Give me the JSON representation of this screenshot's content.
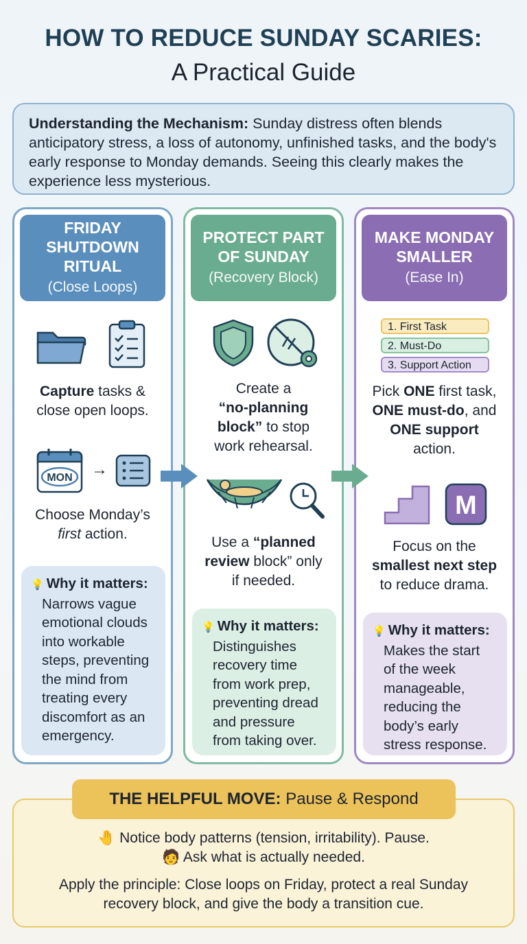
{
  "title": {
    "line1": "HOW TO REDUCE SUNDAY SCARIES:",
    "line2": "A Practical Guide"
  },
  "mechanism": {
    "label": "Understanding the Mechanism:",
    "text": " Sunday distress often blends anticipatory stress, a loss of autonomy, unfinished tasks, and the body's early response to Monday demands. Seeing this clearly makes the experience less mysterious."
  },
  "columns": [
    {
      "heading": [
        "FRIDAY",
        "SHUTDOWN",
        "RITUAL"
      ],
      "subheading": "(Close Loops)",
      "icons": [
        "folder-icon",
        "clipboard-checklist-icon",
        "calendar-mon-icon",
        "arrow-right-icon",
        "list-icon"
      ],
      "calendar_label": "MON",
      "step1": {
        "bold": "Capture",
        "rest1": " tasks &",
        "line2": "close open loops."
      },
      "step2": {
        "line1": "Choose Monday’s",
        "italic": "first",
        "rest": " action."
      },
      "why_title": "Why it matters:",
      "why_lines": [
        "Narrows vague",
        "emotional clouds",
        "into workable",
        "steps, preventing",
        "the mind from",
        "treating every",
        "discomfort as an",
        "emergency."
      ]
    },
    {
      "heading": [
        "PROTECT PART",
        "OF SUNDAY"
      ],
      "subheading": "(Recovery Block)",
      "icons": [
        "shield-icon",
        "no-work-gear-icon",
        "hammock-icon",
        "magnifier-clock-icon"
      ],
      "step1": {
        "line1": "Create a",
        "bold2": "“no-planning",
        "bold3": "block”",
        "rest3": " to stop",
        "line4": "work rehearsal."
      },
      "step2": {
        "pre": "Use a ",
        "bold1": "“planned",
        "bold2": "review",
        "rest2": " block” only",
        "line3": "if needed."
      },
      "why_title": "Why it matters:",
      "why_lines": [
        "Distinguishes",
        "recovery time",
        "from work prep,",
        "preventing dread",
        "and pressure",
        "from taking over."
      ]
    },
    {
      "heading": [
        "MAKE MONDAY",
        "SMALLER"
      ],
      "subheading": "(Ease In)",
      "chips": [
        "1. First Task",
        "2. Must-Do",
        "3. Support Action"
      ],
      "chip_colors": [
        "#fbecc0",
        "#d8efe1",
        "#e5dcf1"
      ],
      "chip_borders": [
        "#e9c465",
        "#86c3a0",
        "#a28bc8"
      ],
      "icons": [
        "stairs-icon",
        "m-badge-icon"
      ],
      "badge_letter": "M",
      "step1": {
        "pre": "Pick ",
        "b1": "ONE",
        "r1": " first task,",
        "b2": "ONE must-do",
        "r2": ", and",
        "b3": "ONE support",
        "line4": "action."
      },
      "step2": {
        "line1": "Focus on the",
        "bold2": "smallest next step",
        "line3": "to reduce drama."
      },
      "why_title": "Why it matters:",
      "why_lines": [
        "Makes the start",
        "of the week",
        "manageable,",
        "reducing the",
        "body’s early",
        "stress response."
      ]
    }
  ],
  "bottom": {
    "label": "THE HELPFUL MOVE:",
    "label_rest": " Pause & Respond",
    "line1": "Notice body patterns (tension, irritability). Pause.",
    "line2": "Ask what is actually needed.",
    "line3": "Apply the principle: Close loops on Friday, protect a real Sunday",
    "line4": "recovery block, and give the body a transition cue.",
    "icon1": "🤚",
    "icon2": "🧑"
  },
  "colors": {
    "blue": "#5a8fbd",
    "green": "#6aac8f",
    "purple": "#8a6db2",
    "gold": "#ecc25a"
  }
}
